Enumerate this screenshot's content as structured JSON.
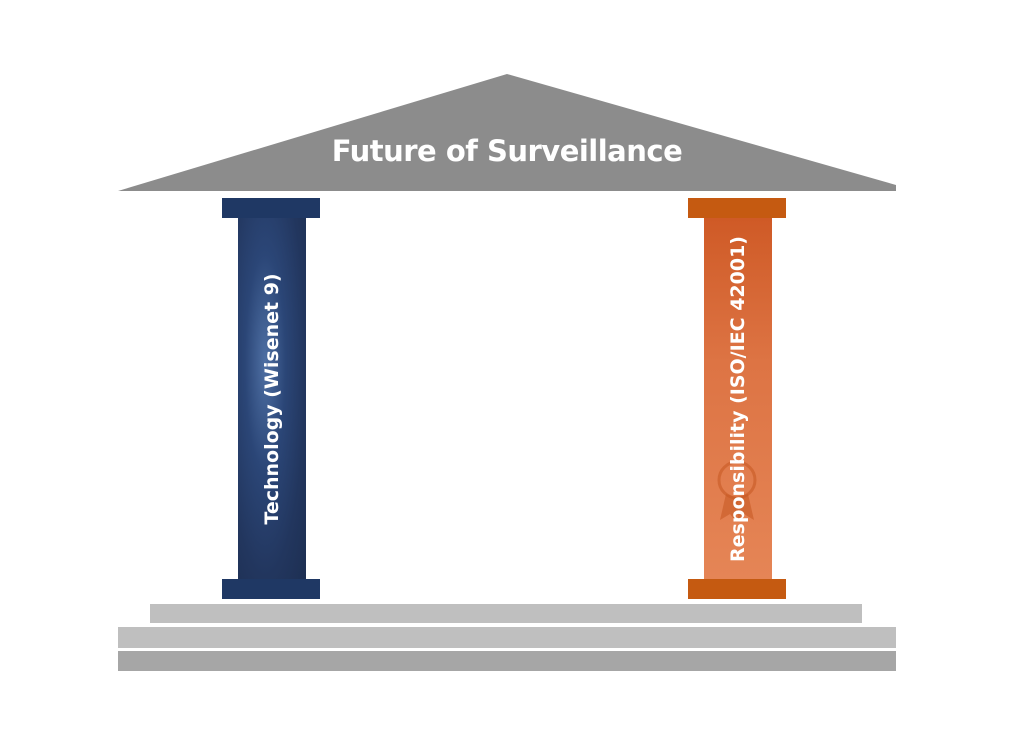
{
  "roof": {
    "title": "Future of Surveillance",
    "color": "#8c8c8c"
  },
  "pillars": [
    {
      "label": "Technology (Wisenet 9)",
      "color": "#1f3864"
    },
    {
      "label": "Responsibility (ISO/IEC 42001)",
      "color": "#c55a11"
    }
  ],
  "steps": {
    "colors": [
      "#bfbfbf",
      "#bfbfbf",
      "#a6a6a6"
    ]
  }
}
